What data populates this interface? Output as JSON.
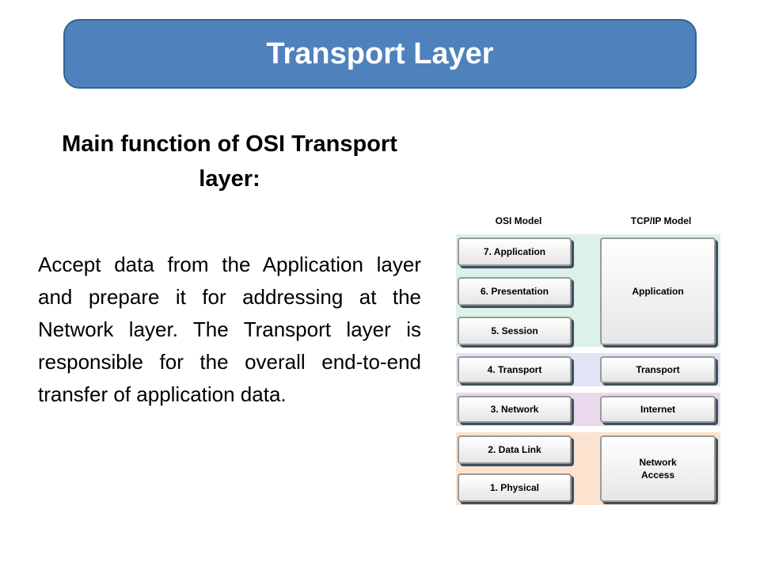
{
  "slide": {
    "title": "Transport Layer",
    "subtitle": "Main function of OSI Transport layer:",
    "body": "Accept data from the Application layer and prepare it for addressing at the Network layer. The Transport layer is responsible for the overall end-to-end transfer of application data."
  },
  "diagram": {
    "osi_heading": "OSI Model",
    "tcpip_heading": "TCP/IP Model",
    "osi_layers": [
      "7. Application",
      "6. Presentation",
      "5. Session",
      "4. Transport",
      "3. Network",
      "2. Data Link",
      "1. Physical"
    ],
    "tcpip_layers": [
      "Application",
      "Transport",
      "Internet",
      "Network Access"
    ],
    "band_colors": {
      "application": "#dcf1e8",
      "transport": "#e0e4f4",
      "internet": "#ead8ec",
      "network_access": "#fbe3cf"
    }
  }
}
